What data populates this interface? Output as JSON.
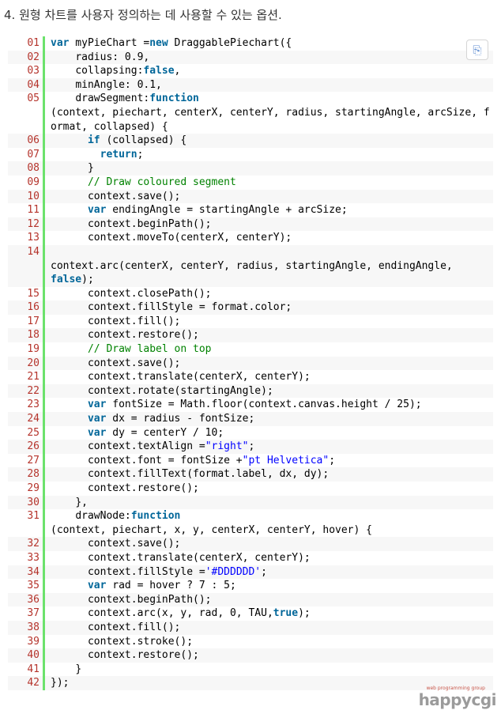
{
  "heading": "4. 원형 차트를 사용자 정의하는 데 사용할 수 있는 옵션.",
  "code_lines": [
    {
      "n": "01",
      "h": "<span class=\"kw\">var</span> myPieChart =<span class=\"kw\">new</span> DraggablePiechart({"
    },
    {
      "n": "02",
      "h": "    radius: 0.9,"
    },
    {
      "n": "03",
      "h": "    collapsing:<span class=\"kw\">false</span>,"
    },
    {
      "n": "04",
      "h": "    minAngle: 0.1,"
    },
    {
      "n": "05",
      "h": "    drawSegment:<span class=\"kw\">function</span>\n(context, piechart, centerX, centerY, radius, startingAngle, arcSize, format, collapsed) {"
    },
    {
      "n": "06",
      "h": "      <span class=\"kw\">if</span> (collapsed) {"
    },
    {
      "n": "07",
      "h": "        <span class=\"kw\">return</span>;"
    },
    {
      "n": "08",
      "h": "      }"
    },
    {
      "n": "09",
      "h": "      <span class=\"cm\">// Draw coloured segment</span>"
    },
    {
      "n": "10",
      "h": "      context.save();"
    },
    {
      "n": "11",
      "h": "      <span class=\"kw\">var</span> endingAngle = startingAngle + arcSize;"
    },
    {
      "n": "12",
      "h": "      context.beginPath();"
    },
    {
      "n": "13",
      "h": "      context.moveTo(centerX, centerY);"
    },
    {
      "n": "14",
      "h": "\ncontext.arc(centerX, centerY, radius, startingAngle, endingAngle,\n<span class=\"kw\">false</span>);"
    },
    {
      "n": "15",
      "h": "      context.closePath();"
    },
    {
      "n": "16",
      "h": "      context.fillStyle = format.color;"
    },
    {
      "n": "17",
      "h": "      context.fill();"
    },
    {
      "n": "18",
      "h": "      context.restore();"
    },
    {
      "n": "19",
      "h": "      <span class=\"cm\">// Draw label on top</span>"
    },
    {
      "n": "20",
      "h": "      context.save();"
    },
    {
      "n": "21",
      "h": "      context.translate(centerX, centerY);"
    },
    {
      "n": "22",
      "h": "      context.rotate(startingAngle);"
    },
    {
      "n": "23",
      "h": "      <span class=\"kw\">var</span> fontSize = Math.floor(context.canvas.height / 25);"
    },
    {
      "n": "24",
      "h": "      <span class=\"kw\">var</span> dx = radius - fontSize;"
    },
    {
      "n": "25",
      "h": "      <span class=\"kw\">var</span> dy = centerY / 10;"
    },
    {
      "n": "26",
      "h": "      context.textAlign =<span class=\"st\">\"right\"</span>;"
    },
    {
      "n": "27",
      "h": "      context.font = fontSize +<span class=\"st\">\"pt Helvetica\"</span>;"
    },
    {
      "n": "28",
      "h": "      context.fillText(format.label, dx, dy);"
    },
    {
      "n": "29",
      "h": "      context.restore();"
    },
    {
      "n": "30",
      "h": "    },"
    },
    {
      "n": "31",
      "h": "    drawNode:<span class=\"kw\">function</span>\n(context, piechart, x, y, centerX, centerY, hover) {"
    },
    {
      "n": "32",
      "h": "      context.save();"
    },
    {
      "n": "33",
      "h": "      context.translate(centerX, centerY);"
    },
    {
      "n": "34",
      "h": "      context.fillStyle =<span class=\"st\">'#DDDDDD'</span>;"
    },
    {
      "n": "35",
      "h": "      <span class=\"kw\">var</span> rad = hover ? 7 : 5;"
    },
    {
      "n": "36",
      "h": "      context.beginPath();"
    },
    {
      "n": "37",
      "h": "      context.arc(x, y, rad, 0, TAU,<span class=\"kw\">true</span>);"
    },
    {
      "n": "38",
      "h": "      context.fill();"
    },
    {
      "n": "39",
      "h": "      context.stroke();"
    },
    {
      "n": "40",
      "h": "      context.restore();"
    },
    {
      "n": "41",
      "h": "    }"
    },
    {
      "n": "42",
      "h": "});"
    }
  ],
  "watermark": {
    "main": "happycgi",
    "sub": "web programming group"
  },
  "copy_button_icon": "copy-code-icon",
  "colors": {
    "line_number": "#b5342c",
    "gutter_bar": "#6ce26c",
    "keyword": "#006699",
    "comment": "#008200",
    "string": "#0000ff"
  }
}
